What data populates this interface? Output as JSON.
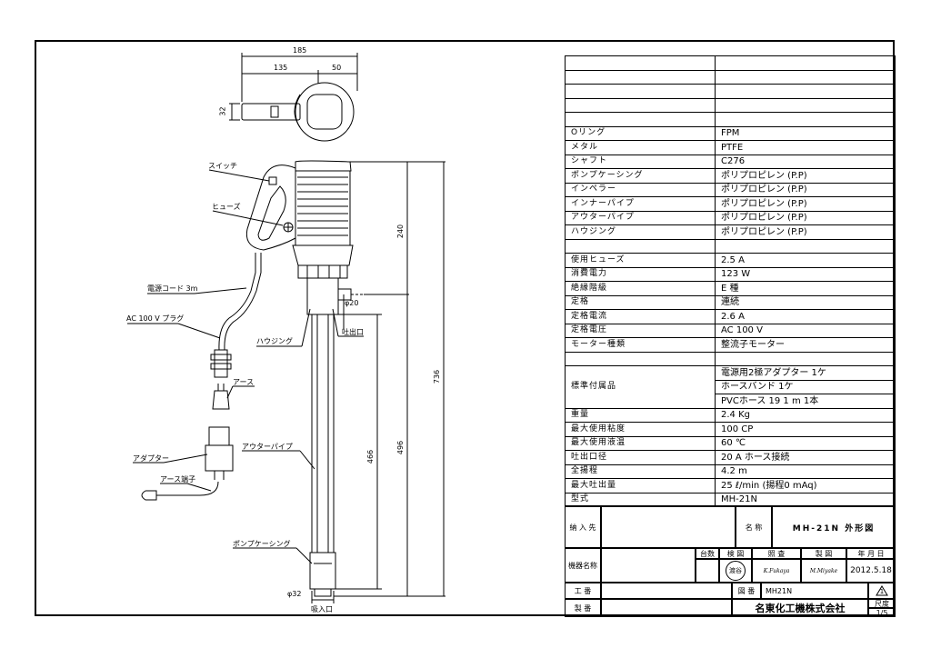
{
  "overall_dims": {
    "top_total": "185",
    "top_left": "135",
    "top_right": "50",
    "handle_height": "32"
  },
  "vertical_dims": {
    "d240": "240",
    "d736": "736",
    "d466": "466",
    "d496": "496"
  },
  "callouts": {
    "switch": "スイッチ",
    "fuse": "ヒューズ",
    "cord": "電源コード 3m",
    "plug": "AC 100 V プラグ",
    "housing": "ハウジング",
    "earth": "アース",
    "adapter": "アダプター",
    "earth_terminal": "アース端子",
    "outer_pipe": "アウターパイプ",
    "pump_casing": "ポンプケーシング",
    "outlet": "吐出口",
    "outlet_dia": "φ20",
    "pipe_dia": "φ32",
    "inlet": "吸入口"
  },
  "spec_rows": [
    {
      "k": "",
      "v": ""
    },
    {
      "k": "",
      "v": ""
    },
    {
      "k": "",
      "v": ""
    },
    {
      "k": "",
      "v": ""
    },
    {
      "k": "",
      "v": ""
    },
    {
      "k": "Oリング",
      "v": "FPM"
    },
    {
      "k": "メタル",
      "v": "PTFE"
    },
    {
      "k": "シャフト",
      "v": "C276"
    },
    {
      "k": "ポンプケーシング",
      "v": "ポリプロピレン (P.P)"
    },
    {
      "k": "インペラー",
      "v": "ポリプロピレン (P.P)"
    },
    {
      "k": "インナーパイプ",
      "v": "ポリプロピレン (P.P)"
    },
    {
      "k": "アウターパイプ",
      "v": "ポリプロピレン (P.P)"
    },
    {
      "k": "ハウジング",
      "v": "ポリプロピレン (P.P)"
    },
    {
      "k": "",
      "v": ""
    },
    {
      "k": "使用ヒューズ",
      "v": "2.5 A"
    },
    {
      "k": "消費電力",
      "v": "123 W"
    },
    {
      "k": "絶縁階級",
      "v": "E 種"
    },
    {
      "k": "定格",
      "v": "連続"
    },
    {
      "k": "定格電流",
      "v": "2.6 A"
    },
    {
      "k": "定格電圧",
      "v": "AC 100 V"
    },
    {
      "k": "モーター種類",
      "v": "整流子モーター"
    },
    {
      "k": "",
      "v": ""
    }
  ],
  "accessories": {
    "key": "標準付属品",
    "items": [
      "電源用2極アダプター 1ケ",
      "ホースバンド 1ケ",
      "PVCホース 19 1 m 1本"
    ]
  },
  "spec_rows2": [
    {
      "k": "重量",
      "v": "2.4 Kg"
    },
    {
      "k": "最大使用粘度",
      "v": "100 CP"
    },
    {
      "k": "最大使用液温",
      "v": "60 ℃"
    },
    {
      "k": "吐出口径",
      "v": "20 A ホース接続"
    },
    {
      "k": "全揚程",
      "v": "4.2 m"
    },
    {
      "k": "最大吐出量",
      "v": "25 ℓ/min (揚程0 mAq)"
    },
    {
      "k": "型式",
      "v": "MH-21N"
    }
  ],
  "title_block": {
    "delivery": "納 入 先",
    "name_label": "名 称",
    "name": "MH-21N 外形図",
    "equipment": "機器名称",
    "units": "台数",
    "checked": "検 図",
    "approved": "照 査",
    "drawn": "製 図",
    "date_label": "年 月 日",
    "stamp": "渡谷",
    "checker_sign": "K.Fukaya",
    "drawer_sign": "M.Miyake",
    "date": "2012.5.18",
    "work": "工 番",
    "drawing_no_label": "図 番",
    "drawing_no": "MH21N",
    "third_angle": "1",
    "maker_label": "製 番",
    "company": "名東化工機株式会社",
    "scale_label": "尺度",
    "scale": "1/5"
  }
}
